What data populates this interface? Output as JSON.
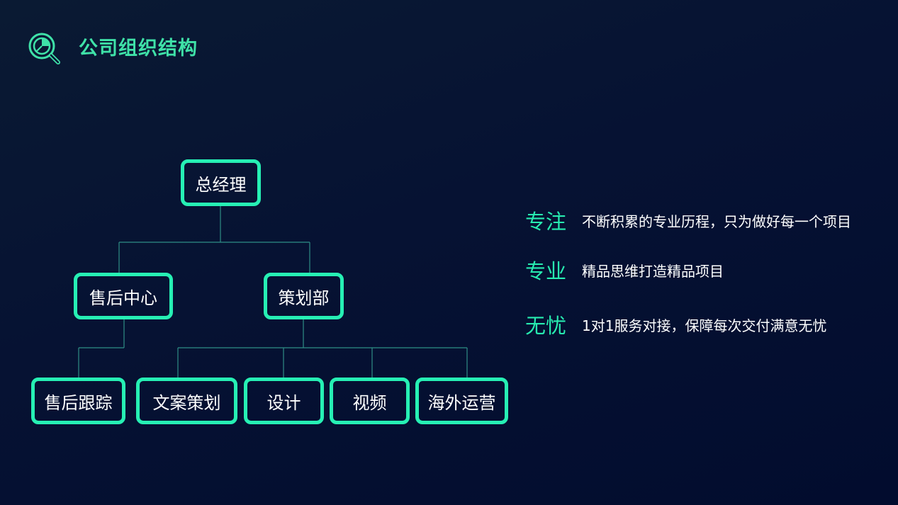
{
  "header": {
    "title": "公司组织结构",
    "icon": "magnifier-chart-icon"
  },
  "org_chart": {
    "root": "总经理",
    "level2": [
      "售后中心",
      "策划部"
    ],
    "level3": [
      "售后跟踪",
      "文案策划",
      "设计",
      "视频",
      "海外运营"
    ]
  },
  "features": [
    {
      "key": "专注",
      "desc": "不断积累的专业历程，只为做好每一个项目"
    },
    {
      "key": "专业",
      "desc": "精品思维打造精品项目"
    },
    {
      "key": "无忧",
      "desc": "1对1服务对接，保障每次交付满意无忧"
    }
  ],
  "colors": {
    "accent": "#26f0b4",
    "title": "#3fe2a8",
    "line": "#2f8e86",
    "background": "#061233"
  }
}
